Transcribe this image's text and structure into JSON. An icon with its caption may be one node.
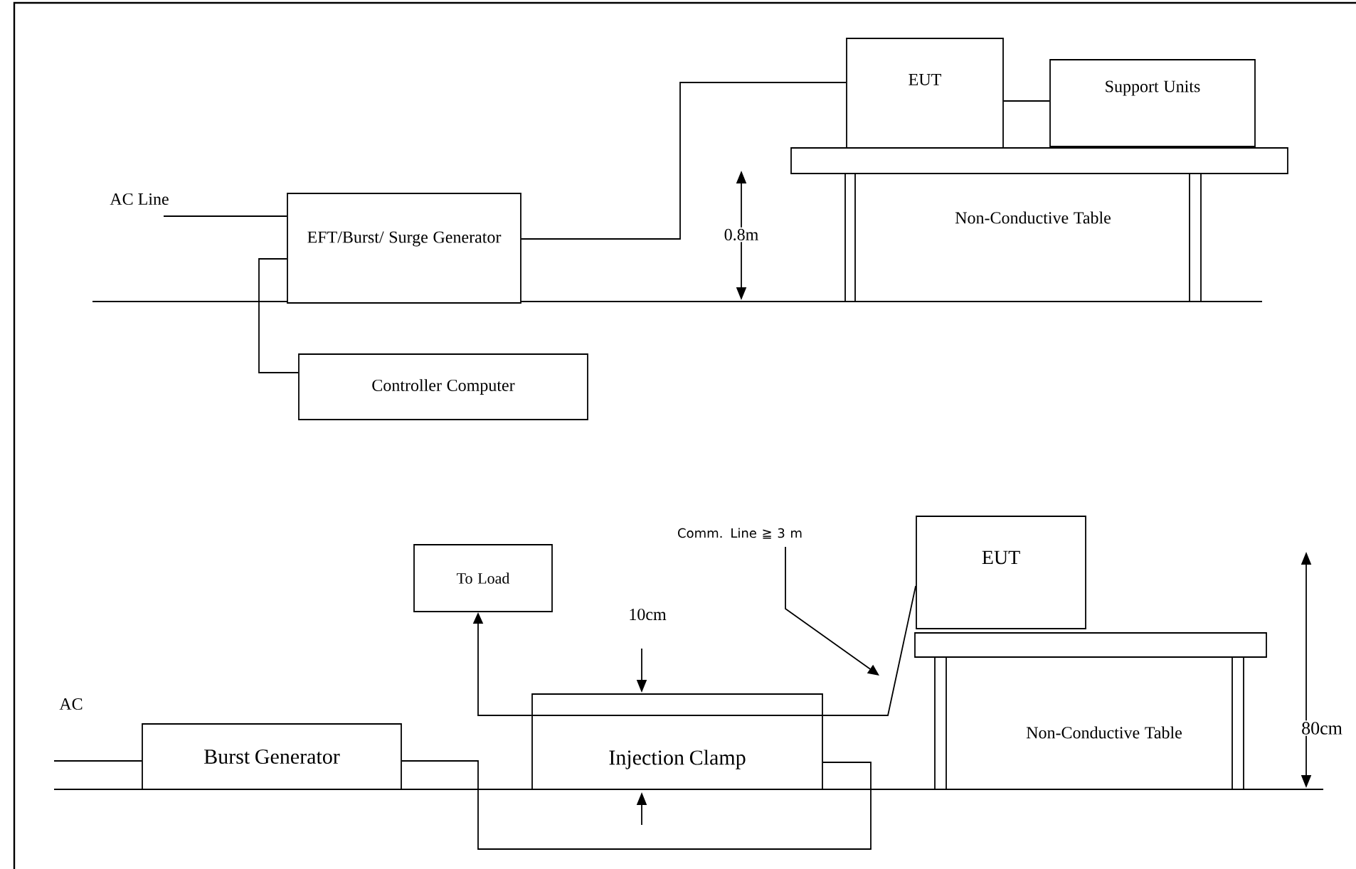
{
  "diagram": {
    "nodes": [
      {
        "text": [
          "EFT/Burst/ Surge Generator"
        ]
      },
      {
        "text": [
          "Controller Computer"
        ]
      },
      {
        "text": [
          "EUT"
        ]
      },
      {
        "text": [
          "Support Units"
        ]
      },
      {
        "text": [
          "Non-Conductive Table"
        ]
      },
      {
        "text": [
          "Comm. Line ≧ 3 m"
        ]
      },
      {
        "text": [
          "EUT"
        ]
      },
      {
        "text": [
          "To Load"
        ]
      },
      {
        "text": [
          "Non-Conductive Table"
        ]
      },
      {
        "text": [
          "Burst Generator"
        ]
      },
      {
        "text": [
          "Injection Clamp"
        ]
      }
    ],
    "edges": [
      {
        "from": null,
        "to": 0,
        "arrow": "none"
      },
      {
        "from": 0,
        "to": 1,
        "arrow": "none"
      },
      {
        "from": 0,
        "to": 2,
        "arrow": "none"
      },
      {
        "from": 2,
        "to": 3,
        "arrow": "none"
      },
      {
        "from": 5,
        "to": null,
        "arrow": "to"
      },
      {
        "from": null,
        "to": 9,
        "arrow": "none"
      },
      {
        "from": 9,
        "to": 10,
        "arrow": "none"
      },
      {
        "from": 10,
        "to": 7,
        "arrow": "to"
      },
      {
        "from": 10,
        "to": 6,
        "arrow": "none"
      }
    ],
    "labels": [
      "AC Line",
      "0.8m",
      "10cm",
      "AC",
      "80cm"
    ]
  }
}
